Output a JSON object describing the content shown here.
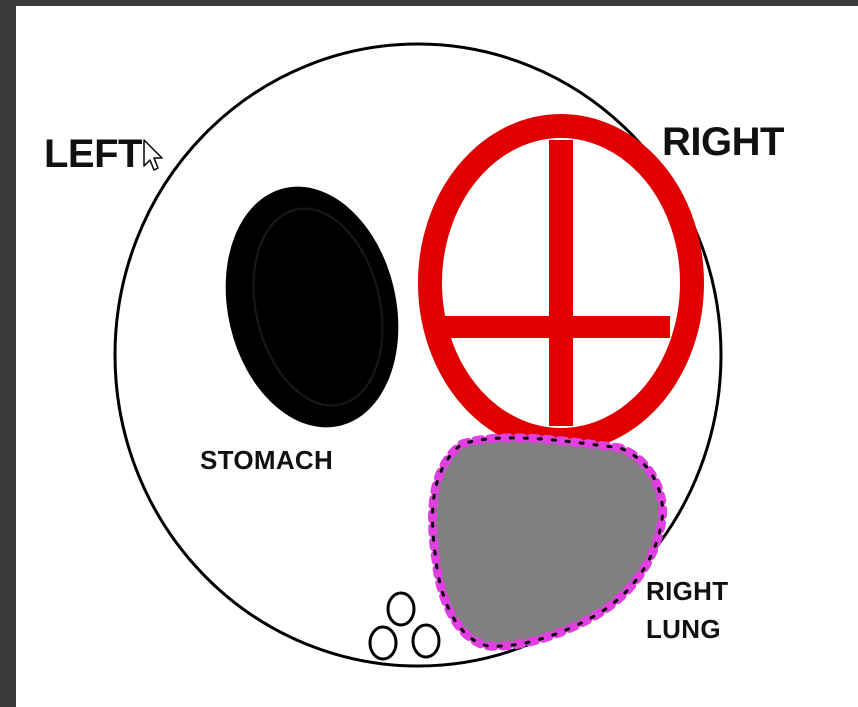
{
  "labels": {
    "left": "LEFT",
    "right": "RIGHT",
    "stomach": "STOMACH",
    "right_lung_line1": "RIGHT",
    "right_lung_line2": "LUNG"
  },
  "colors": {
    "background_border": "#3a3a3a",
    "canvas": "#ffffff",
    "outline": "#000000",
    "heart_ring": "#e00000",
    "stomach": "#000000",
    "lung_fill": "#808080",
    "lung_dots": "#e040e0",
    "text": "#111111"
  },
  "icons": {
    "cursor": "mouse-pointer-icon"
  }
}
